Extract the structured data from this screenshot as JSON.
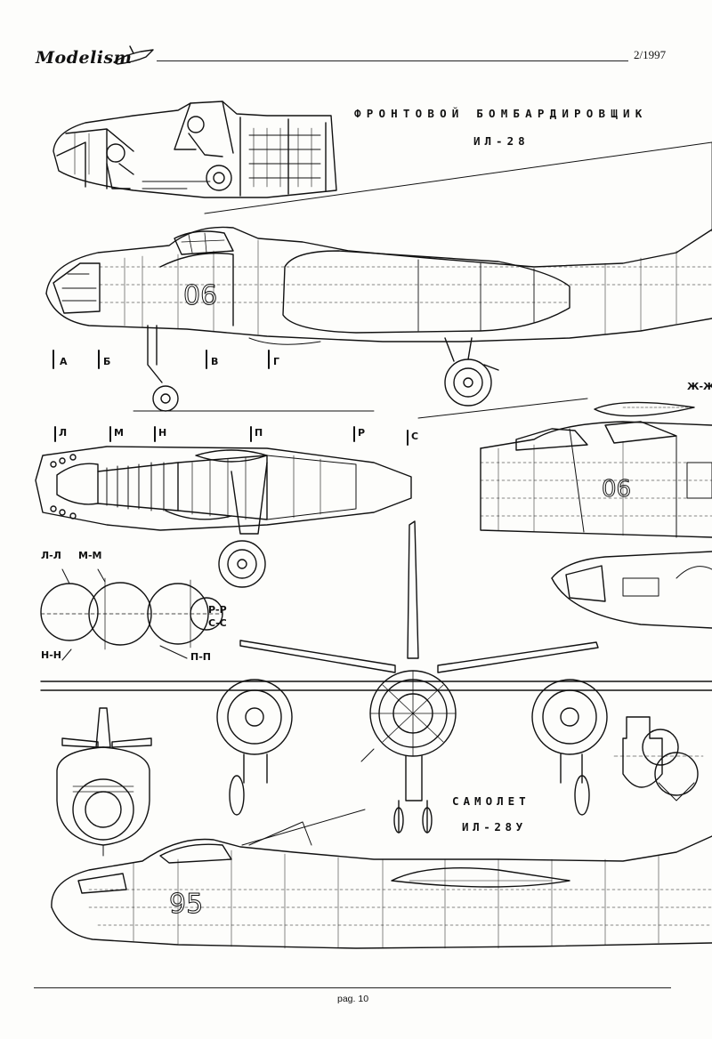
{
  "header": {
    "logo_text": "Modelism",
    "issue": "2/1997"
  },
  "titles": {
    "aircraft_type": "ФРОНТОВОЙ БОМБАРДИРОВЩИК",
    "aircraft_name": "ИЛ-28",
    "variant_prefix": "САМОЛЕТ",
    "variant_name": "ИЛ-28У"
  },
  "section_marks": {
    "side_view": [
      "А",
      "Б",
      "В",
      "Г"
    ],
    "nacelle": [
      "Л",
      "М",
      "Н",
      "П",
      "Р",
      "С"
    ],
    "zh": "Ж-Ж"
  },
  "cross_sections": {
    "top": [
      "Л-Л",
      "М-М"
    ],
    "right": [
      "Р-Р",
      "С-С"
    ],
    "bottom": [
      "Н-Н",
      "П-П"
    ]
  },
  "markings": {
    "bomber_number": "06",
    "nacelle_number": "06",
    "trainer_number": "95"
  },
  "footer": {
    "page": "pag. 10"
  }
}
